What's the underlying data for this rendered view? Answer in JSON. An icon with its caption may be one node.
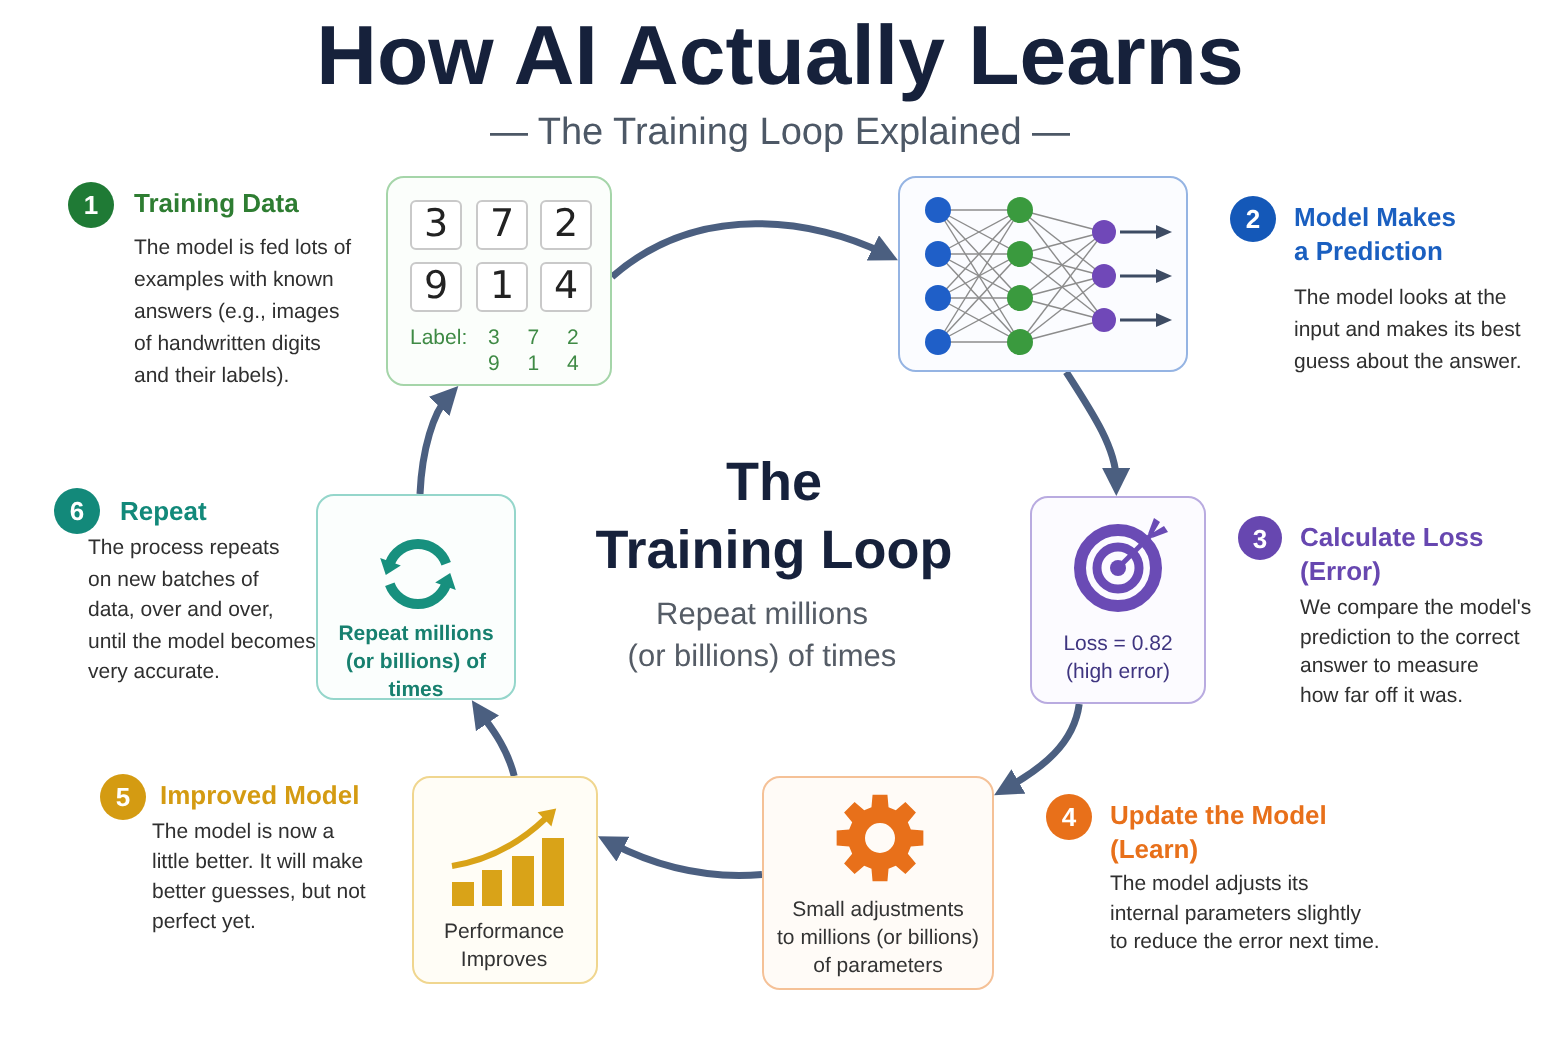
{
  "diagram": {
    "title": "How AI Actually Learns",
    "nodes": [
      {
        "text": [
          "1"
        ],
        "beside": [
          "Training Data",
          "The model is fed lots of examples with known answers (e.g., images of handwritten digits and their labels)."
        ]
      },
      {
        "text": [
          "Label:",
          "3 7 2 9 1 4"
        ]
      },
      {
        "text": [
          "3"
        ],
        "in": 1
      },
      {
        "text": [
          "7"
        ],
        "in": 1
      },
      {
        "text": [
          "2"
        ],
        "in": 1
      },
      {
        "text": [
          "9"
        ],
        "in": 1
      },
      {
        "text": [
          "1"
        ],
        "in": 1
      },
      {
        "text": [
          "4"
        ],
        "in": 1
      },
      {
        "text": [],
        "shape": "box"
      },
      {
        "text": [
          "2"
        ],
        "beside": [
          "Model Makes a Prediction",
          "The model looks at the input and makes its best guess about the answer."
        ]
      },
      {
        "text": [
          "6"
        ],
        "beside": [
          "Repeat",
          "The process repeats on new batches of data, over and over, until the model becomes very accurate."
        ]
      },
      {
        "text": [
          "Repeat millions (or billions) of times"
        ]
      },
      {
        "text": [
          "Loss = 0.82 (high error)"
        ]
      },
      {
        "text": [
          "3"
        ],
        "beside": [
          "Calculate Loss (Error)",
          "We compare the model's prediction to the correct answer to measure how far off it was."
        ]
      },
      {
        "text": [
          "5"
        ],
        "beside": [
          "Improved Model",
          "The model is now a little better. It will make better guesses, but not perfect yet."
        ]
      },
      {
        "text": [
          "Performance Improves"
        ]
      },
      {
        "text": [
          "Small adjustments to millions (or billions) of parameters"
        ]
      },
      {
        "text": [
          "4"
        ],
        "beside": [
          "Update the Model (Learn)",
          "The model adjusts its internal parameters slightly to reduce the error next time."
        ]
      }
    ],
    "edges": [
      {
        "from": 1,
        "to": 8,
        "arrow": "to"
      },
      {
        "from": 8,
        "to": 12,
        "arrow": "to"
      },
      {
        "from": 12,
        "to": 16,
        "arrow": "to"
      },
      {
        "from": 16,
        "to": 15,
        "arrow": "to"
      },
      {
        "from": 15,
        "to": 11,
        "arrow": "to"
      },
      {
        "from": 11,
        "to": 1,
        "arrow": "to"
      }
    ],
    "labels": [
      "— The Training Loop Explained —",
      "The Training Loop",
      "Repeat millions (or billions) of times"
    ]
  }
}
